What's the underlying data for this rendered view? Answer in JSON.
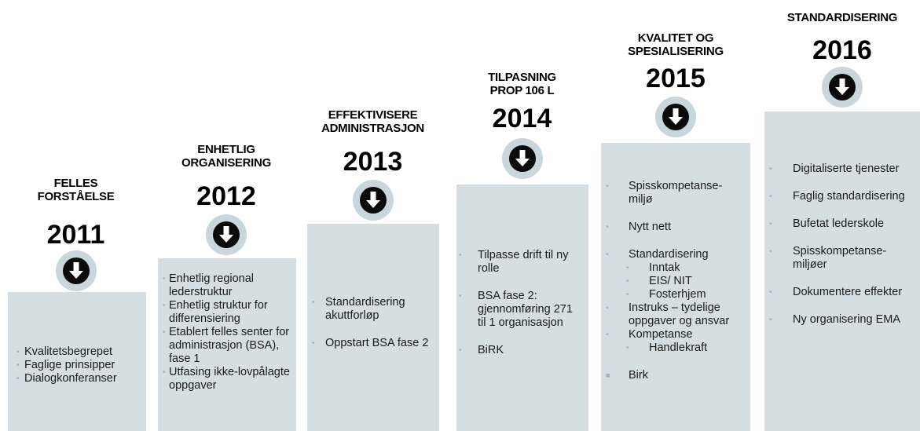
{
  "steps": [
    {
      "id": "2011",
      "heading": "FELLES\nFORSTÅELSE",
      "year": "2011",
      "items": [
        {
          "text": "Kvalitetsbegrepet"
        },
        {
          "text": "Faglige prinsipper"
        },
        {
          "text": "Dialogkonferanser"
        }
      ]
    },
    {
      "id": "2012",
      "heading": "ENHETLIG\nORGANISERING",
      "year": "2012",
      "items": [
        {
          "text": "Enhetlig regional lederstruktur"
        },
        {
          "text": "Enhetlig struktur for differensiering"
        },
        {
          "text": "Etablert felles senter for administrasjon (BSA), fase 1"
        },
        {
          "text": "Utfasing ikke-lovpålagte oppgaver"
        }
      ]
    },
    {
      "id": "2013",
      "heading": "EFFEKTIVISERE\nADMINISTRASJON",
      "year": "2013",
      "items": [
        {
          "text": "Standardisering akuttforløp"
        },
        {
          "text": "Oppstart BSA fase 2"
        }
      ]
    },
    {
      "id": "2014",
      "heading": "TILPASNING\nPROP 106 L",
      "year": "2014",
      "items": [
        {
          "text": "Tilpasse drift til ny rolle"
        },
        {
          "text": "BSA fase 2: gjennomføring 271 til 1 organisasjon"
        },
        {
          "text": "BiRK"
        }
      ]
    },
    {
      "id": "2015",
      "heading": "KVALITET OG\nSPESIALISERING",
      "year": "2015",
      "items": [
        {
          "text": "Spisskompetanse-miljø"
        },
        {
          "text": "Nytt nett"
        },
        {
          "text": "Standardisering"
        },
        {
          "text": "Inntak",
          "sub": true
        },
        {
          "text": "EIS/ NIT",
          "sub": true
        },
        {
          "text": "Fosterhjem",
          "sub": true
        },
        {
          "text": "Instruks – tydelige oppgaver og ansvar"
        },
        {
          "text": "Kompetanse"
        },
        {
          "text": "Handlekraft",
          "sub": true
        },
        {
          "text": "Birk",
          "square": true
        }
      ]
    },
    {
      "id": "2016",
      "heading": "STANDARDISERING",
      "year": "2016",
      "items": [
        {
          "text": "Digitaliserte tjenester"
        },
        {
          "text": "Faglig standardisering"
        },
        {
          "text": "Bufetat lederskole"
        },
        {
          "text": "Spisskompetanse-miljøer"
        },
        {
          "text": "Dokumentere effekter"
        },
        {
          "text": "Ny organisering EMA"
        }
      ]
    }
  ]
}
